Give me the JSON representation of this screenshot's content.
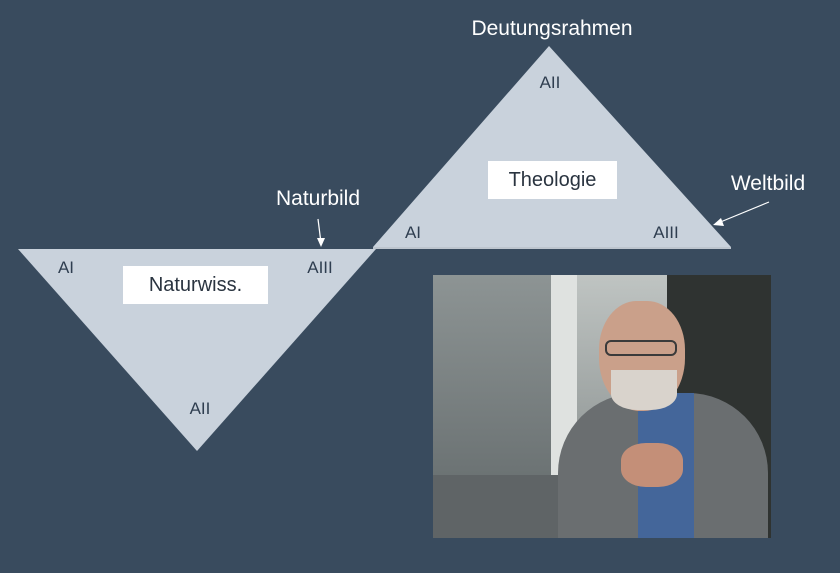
{
  "diagram": {
    "labels": {
      "deutungsrahmen": "Deutungsrahmen",
      "weltbild": "Weltbild",
      "naturbild": "Naturbild"
    },
    "triangle_theologie": {
      "title": "Theologie",
      "apex": "AII",
      "left": "AI",
      "right": "AIII"
    },
    "triangle_naturwiss": {
      "title": "Naturwiss.",
      "bottom": "AII",
      "left": "AI",
      "right": "AIII"
    }
  },
  "photo": {
    "subject": "portrait-photo"
  },
  "colors": {
    "background": "#394b5e",
    "triangle_fill": "#c9d2dc",
    "label_text": "#ffffff",
    "vertex_text": "#2f3e50"
  }
}
